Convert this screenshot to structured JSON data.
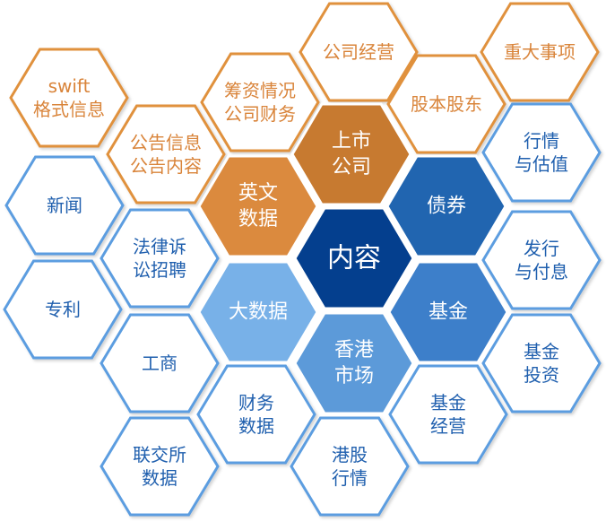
{
  "colors": {
    "orange_outline": "#e0913e",
    "orange_text": "#d9843a",
    "blue_outline": "#5b9de0",
    "blue_text": "#1f5fae",
    "white": "#ffffff"
  },
  "hexagons": [
    {
      "id": "gongsi-jingying",
      "lines": [
        "公司经营"
      ],
      "style": "orange-outline"
    },
    {
      "id": "zhongda-shixiang",
      "lines": [
        "重大事项"
      ],
      "style": "orange-outline"
    },
    {
      "id": "guben-gudong",
      "lines": [
        "股本股东"
      ],
      "style": "orange-outline"
    },
    {
      "id": "chouzi-qingkuang",
      "lines": [
        "筹资情况",
        "公司财务"
      ],
      "style": "orange-outline"
    },
    {
      "id": "swift",
      "lines": [
        "swift",
        "格式信息"
      ],
      "style": "orange-outline"
    },
    {
      "id": "gonggao",
      "lines": [
        "公告信息",
        "公告内容"
      ],
      "style": "orange-outline"
    },
    {
      "id": "hangqing-guzhi",
      "lines": [
        "行情",
        "与估值"
      ],
      "style": "blue-outline"
    },
    {
      "id": "xinwen",
      "lines": [
        "新闻"
      ],
      "style": "blue-outline"
    },
    {
      "id": "falv",
      "lines": [
        "法律诉",
        "讼招聘"
      ],
      "style": "blue-outline"
    },
    {
      "id": "faxing-fuxi",
      "lines": [
        "发行",
        "与付息"
      ],
      "style": "blue-outline"
    },
    {
      "id": "zhuanli",
      "lines": [
        "专利"
      ],
      "style": "blue-outline"
    },
    {
      "id": "gongshang",
      "lines": [
        "工商"
      ],
      "style": "blue-outline"
    },
    {
      "id": "jijin-touzi",
      "lines": [
        "基金",
        "投资"
      ],
      "style": "blue-outline"
    },
    {
      "id": "caiwu-shuju",
      "lines": [
        "财务",
        "数据"
      ],
      "style": "blue-outline"
    },
    {
      "id": "jijin-jingying",
      "lines": [
        "基金",
        "经营"
      ],
      "style": "blue-outline"
    },
    {
      "id": "lianjiaosuo",
      "lines": [
        "联交所",
        "数据"
      ],
      "style": "blue-outline"
    },
    {
      "id": "ganggu-hangqing",
      "lines": [
        "港股",
        "行情"
      ],
      "style": "blue-outline"
    },
    {
      "id": "shangshi-gongsi",
      "lines": [
        "上市",
        "公司"
      ],
      "style": "filled",
      "fill": "#c77a30"
    },
    {
      "id": "yingwen-shuju",
      "lines": [
        "英文",
        "数据"
      ],
      "style": "filled",
      "fill": "#db8a3e"
    },
    {
      "id": "zhaiquan",
      "lines": [
        "债券"
      ],
      "style": "filled",
      "fill": "#2165b0"
    },
    {
      "id": "da-shuju",
      "lines": [
        "大数据"
      ],
      "style": "filled",
      "fill": "#78b1e8"
    },
    {
      "id": "jijin",
      "lines": [
        "基金"
      ],
      "style": "filled",
      "fill": "#3d7fca"
    },
    {
      "id": "xianggang-shichang",
      "lines": [
        "香港",
        "市场"
      ],
      "style": "filled",
      "fill": "#5c9ad9"
    },
    {
      "id": "neirong",
      "lines": [
        "内容"
      ],
      "style": "center",
      "fill": "#043f8e"
    }
  ]
}
